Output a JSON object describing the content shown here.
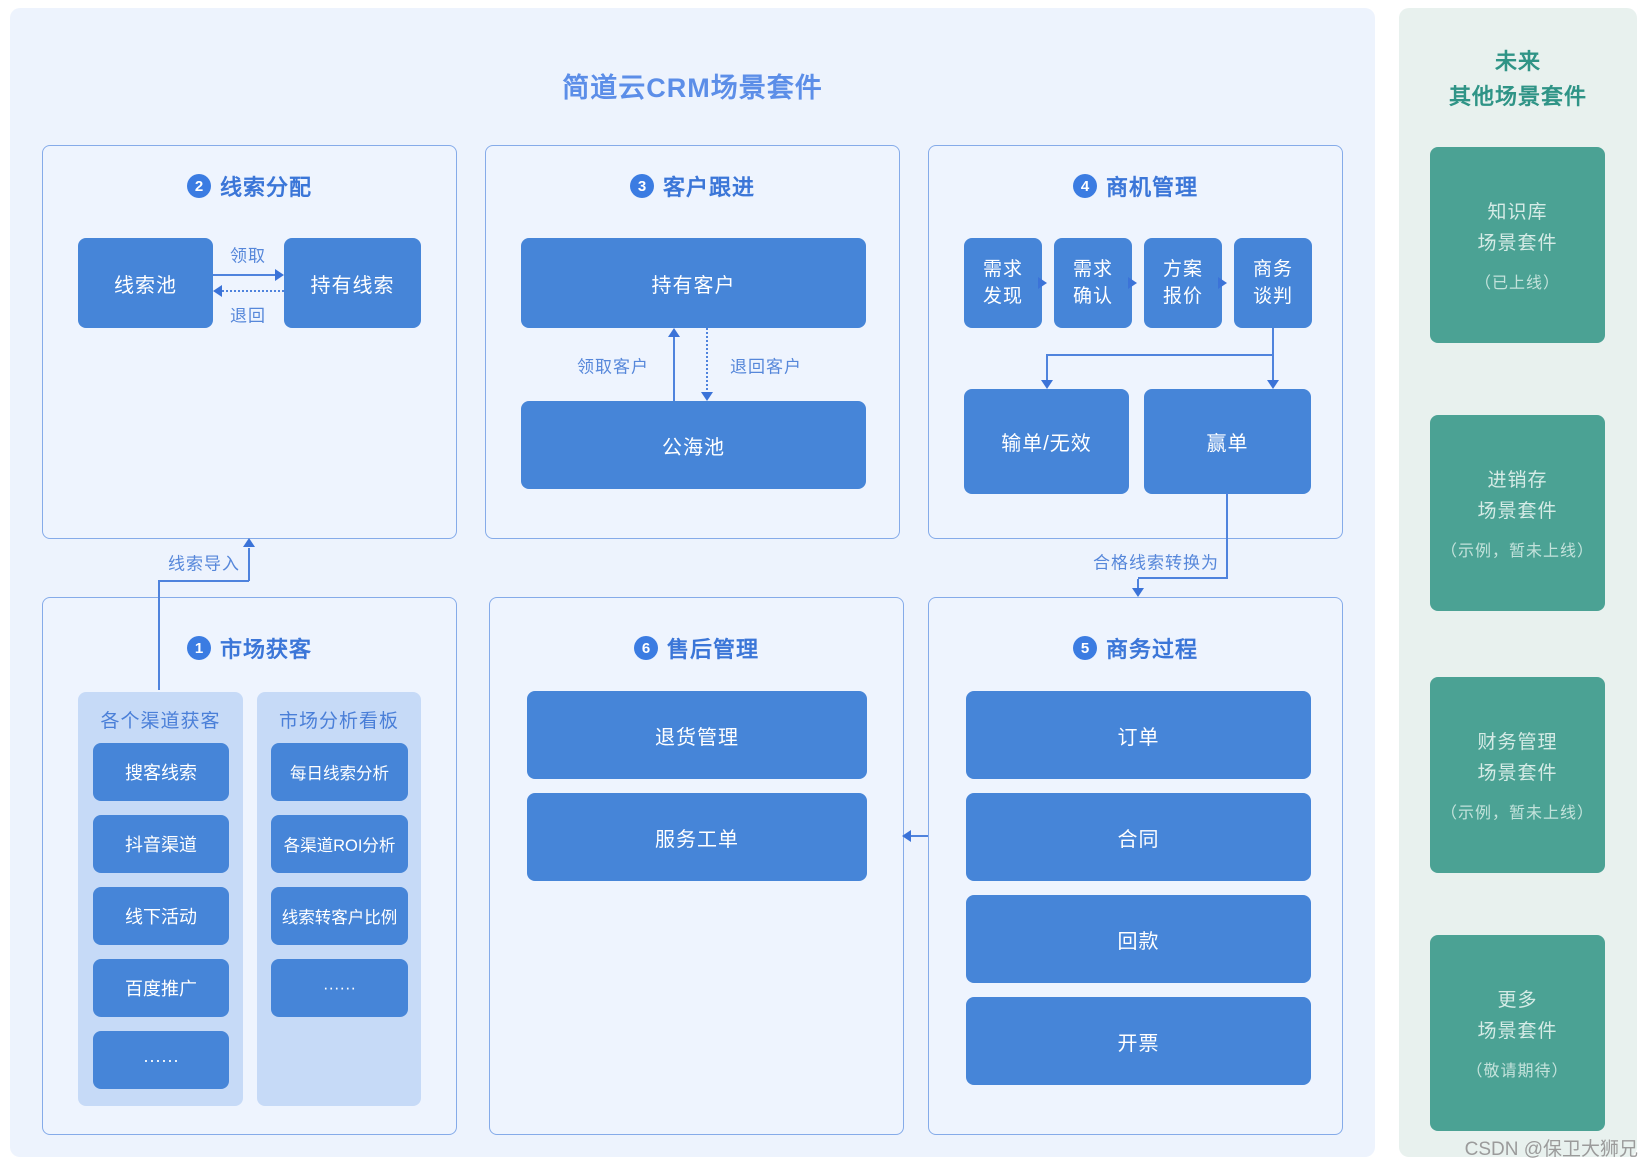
{
  "page": {
    "title": "简道云CRM场景套件",
    "watermark": "CSDN @保卫大狮兄"
  },
  "colors": {
    "main_bg": "#edf3fd",
    "panel_border": "#85abe9",
    "node_blue": "#4685d8",
    "subpanel_bg": "#c6daf7",
    "accent_text": "#3b76d8",
    "sidebar_bg": "#e8f1ee",
    "card_teal": "#4ba294"
  },
  "panels": {
    "market": {
      "num": "1",
      "title": "市场获客",
      "channels": {
        "title": "各个渠道获客",
        "items": [
          "搜客线索",
          "抖音渠道",
          "线下活动",
          "百度推广",
          "······"
        ]
      },
      "dashboard": {
        "title": "市场分析看板",
        "items": [
          "每日线索分析",
          "各渠道ROI分析",
          "线索转客户比例",
          "······"
        ]
      }
    },
    "lead_assign": {
      "num": "2",
      "title": "线索分配",
      "pool": "线索池",
      "held": "持有线索",
      "claim_label": "领取",
      "return_label": "退回",
      "import_label": "线索导入"
    },
    "customer_follow": {
      "num": "3",
      "title": "客户跟进",
      "held": "持有客户",
      "sea": "公海池",
      "claim_label": "领取客户",
      "return_label": "退回客户"
    },
    "opportunity": {
      "num": "4",
      "title": "商机管理",
      "stages": [
        {
          "l1": "需求",
          "l2": "发现"
        },
        {
          "l1": "需求",
          "l2": "确认"
        },
        {
          "l1": "方案",
          "l2": "报价"
        },
        {
          "l1": "商务",
          "l2": "谈判"
        }
      ],
      "lost": "输单/无效",
      "won": "赢单",
      "convert_label": "合格线索转换为"
    },
    "business": {
      "num": "5",
      "title": "商务过程",
      "items": [
        "订单",
        "合同",
        "回款",
        "开票"
      ]
    },
    "aftersale": {
      "num": "6",
      "title": "售后管理",
      "items": [
        "退货管理",
        "服务工单"
      ]
    }
  },
  "sidebar": {
    "title_line1": "未来",
    "title_line2": "其他场景套件",
    "cards": [
      {
        "line1": "知识库",
        "line2": "场景套件",
        "note": "（已上线）"
      },
      {
        "line1": "进销存",
        "line2": "场景套件",
        "note": "（示例，暂未上线）"
      },
      {
        "line1": "财务管理",
        "line2": "场景套件",
        "note": "（示例，暂未上线）"
      },
      {
        "line1": "更多",
        "line2": "场景套件",
        "note": "（敬请期待）"
      }
    ]
  }
}
